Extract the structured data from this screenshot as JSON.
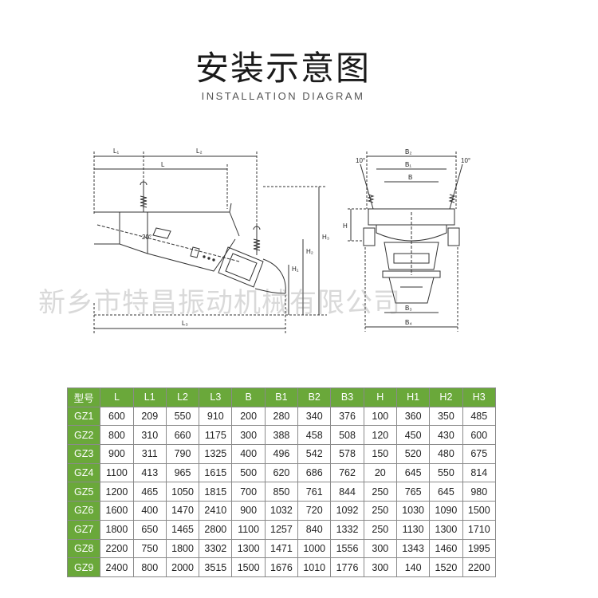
{
  "header": {
    "title": "安装示意图",
    "subtitle": "INSTALLATION DIAGRAM"
  },
  "watermark": "新乡市特昌振动机械有限公司",
  "diagram": {
    "labels": {
      "L1": "L₁",
      "L2": "L₂",
      "L": "L",
      "L3": "L₃",
      "H1": "H₁",
      "H2": "H₂",
      "H3": "H₃",
      "angle": "20°",
      "B2": "B₂",
      "B1": "B₁",
      "B": "B",
      "B3": "B₃",
      "B4": "B₄",
      "H": "H",
      "angle_left": "10°",
      "angle_right": "10°"
    }
  },
  "table": {
    "headers": [
      "型号",
      "L",
      "L1",
      "L2",
      "L3",
      "B",
      "B1",
      "B2",
      "B3",
      "H",
      "H1",
      "H2",
      "H3"
    ],
    "rows": [
      [
        "GZ1",
        "600",
        "209",
        "550",
        "910",
        "200",
        "280",
        "340",
        "376",
        "100",
        "360",
        "350",
        "485"
      ],
      [
        "GZ2",
        "800",
        "310",
        "660",
        "1175",
        "300",
        "388",
        "458",
        "508",
        "120",
        "450",
        "430",
        "600"
      ],
      [
        "GZ3",
        "900",
        "311",
        "790",
        "1325",
        "400",
        "496",
        "542",
        "578",
        "150",
        "520",
        "480",
        "675"
      ],
      [
        "GZ4",
        "1100",
        "413",
        "965",
        "1615",
        "500",
        "620",
        "686",
        "762",
        "20",
        "645",
        "550",
        "814"
      ],
      [
        "GZ5",
        "1200",
        "465",
        "1050",
        "1815",
        "700",
        "850",
        "761",
        "844",
        "250",
        "765",
        "645",
        "980"
      ],
      [
        "GZ6",
        "1600",
        "400",
        "1470",
        "2410",
        "900",
        "1032",
        "720",
        "1092",
        "250",
        "1030",
        "1090",
        "1500"
      ],
      [
        "GZ7",
        "1800",
        "650",
        "1465",
        "2800",
        "1100",
        "1257",
        "840",
        "1332",
        "250",
        "1130",
        "1300",
        "1710"
      ],
      [
        "GZ8",
        "2200",
        "750",
        "1800",
        "3302",
        "1300",
        "1471",
        "1000",
        "1556",
        "300",
        "1343",
        "1460",
        "1995"
      ],
      [
        "GZ9",
        "2400",
        "800",
        "2000",
        "3515",
        "1500",
        "1676",
        "1010",
        "1776",
        "300",
        "140",
        "1520",
        "2200"
      ]
    ]
  },
  "colors": {
    "table_header": "#6aa83a",
    "grid": "#8a8a8a"
  }
}
